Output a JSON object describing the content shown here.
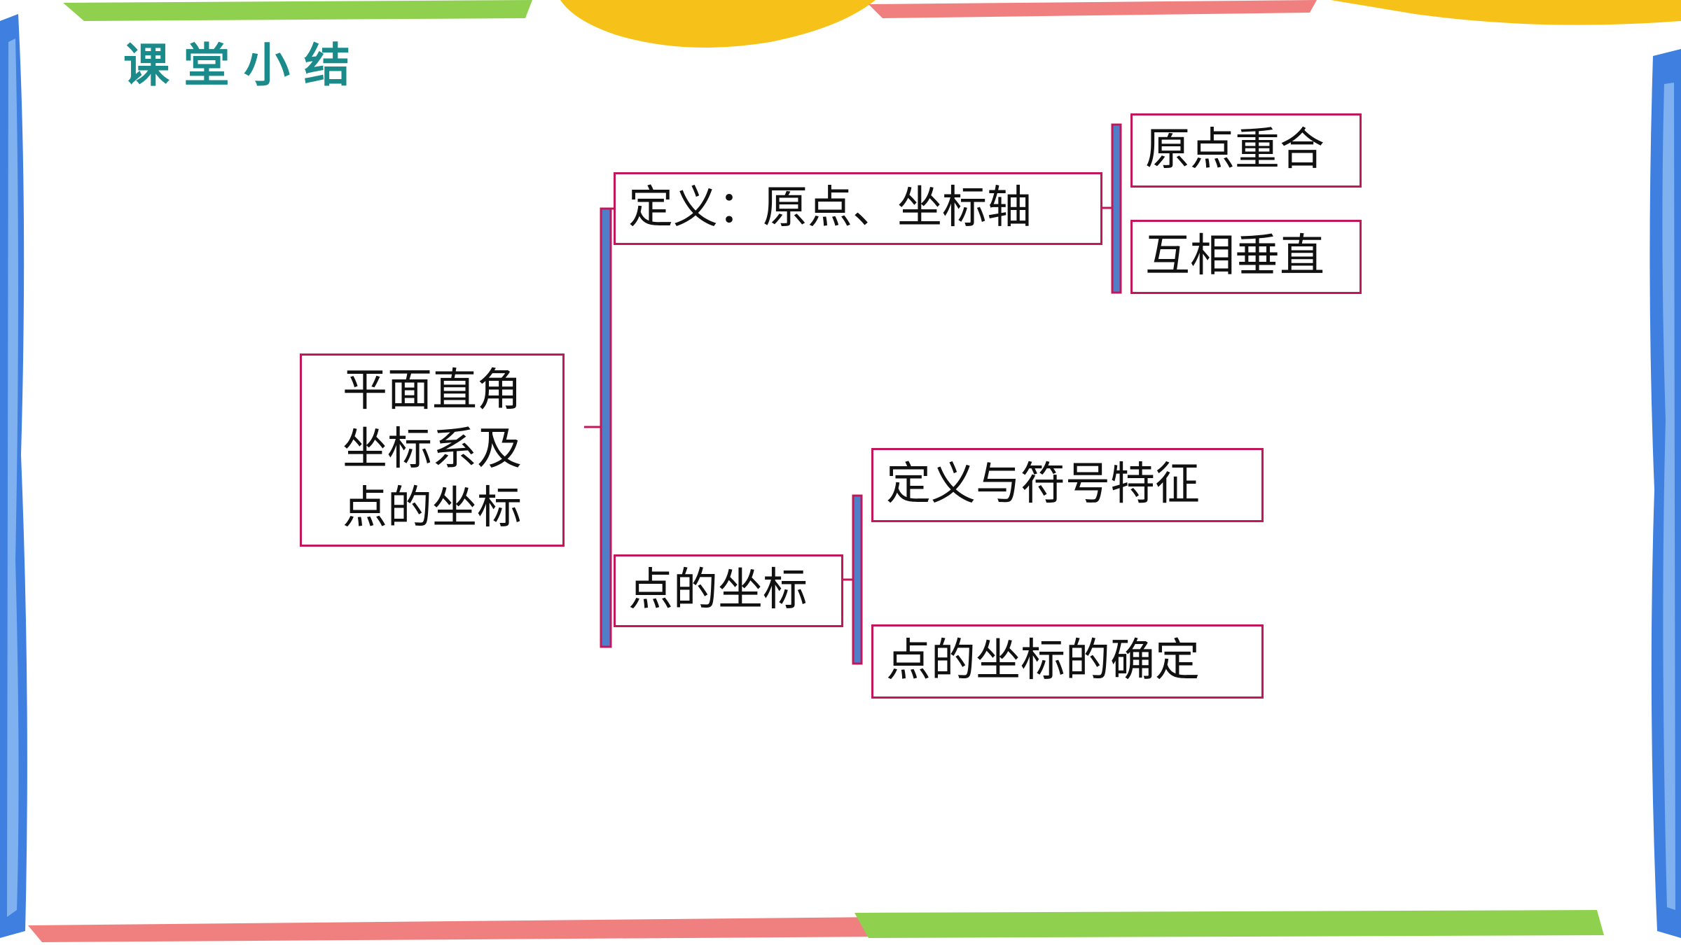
{
  "slide": {
    "title": "课堂小结",
    "title_color": "#1b8a8a"
  },
  "colors": {
    "box_border": "#c2185b",
    "bracket_fill": "#4f7fc8",
    "bracket_stroke": "#c2185b"
  },
  "root": {
    "lines": [
      "平面直角",
      "坐标系及",
      "点的坐标"
    ]
  },
  "branches": [
    {
      "label": "定义：原点、坐标轴",
      "children": [
        "原点重合",
        "互相垂直"
      ]
    },
    {
      "label": "点的坐标",
      "children": [
        "定义与符号特征",
        "点的坐标的确定"
      ]
    }
  ]
}
